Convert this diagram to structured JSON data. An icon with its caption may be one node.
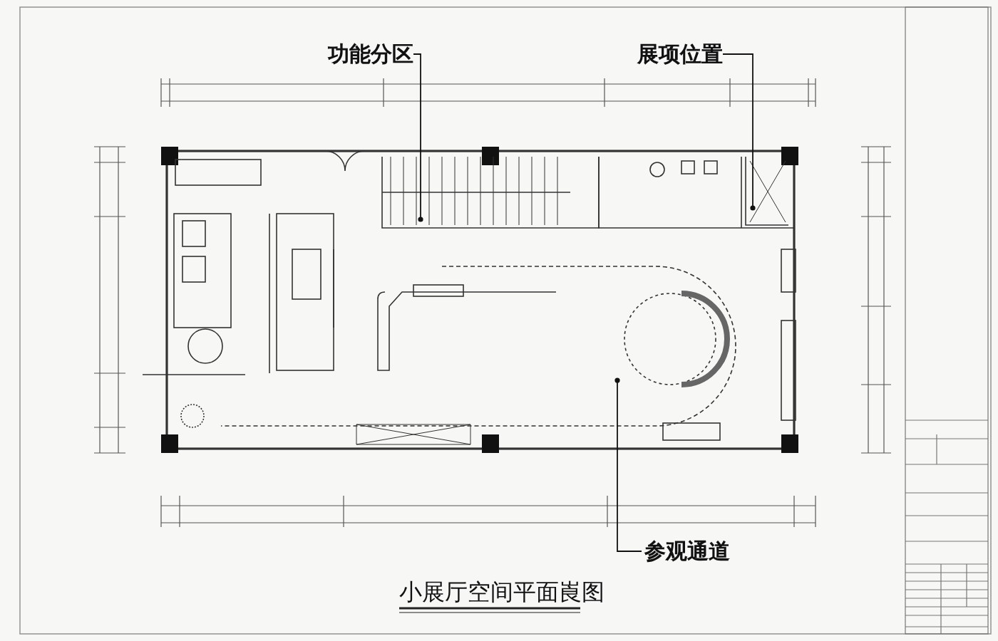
{
  "diagram": {
    "title": "小展厅空间平面崀图",
    "nodes": [
      {
        "text": [
          "功能分区"
        ]
      },
      {
        "text": [
          "展项位置"
        ]
      },
      {
        "text": [
          "参观通道"
        ]
      }
    ],
    "edges": [
      {
        "from": 0,
        "to": null,
        "arrow": "other"
      },
      {
        "from": 1,
        "to": null,
        "arrow": "other"
      },
      {
        "from": 2,
        "to": null,
        "arrow": "other"
      }
    ]
  }
}
